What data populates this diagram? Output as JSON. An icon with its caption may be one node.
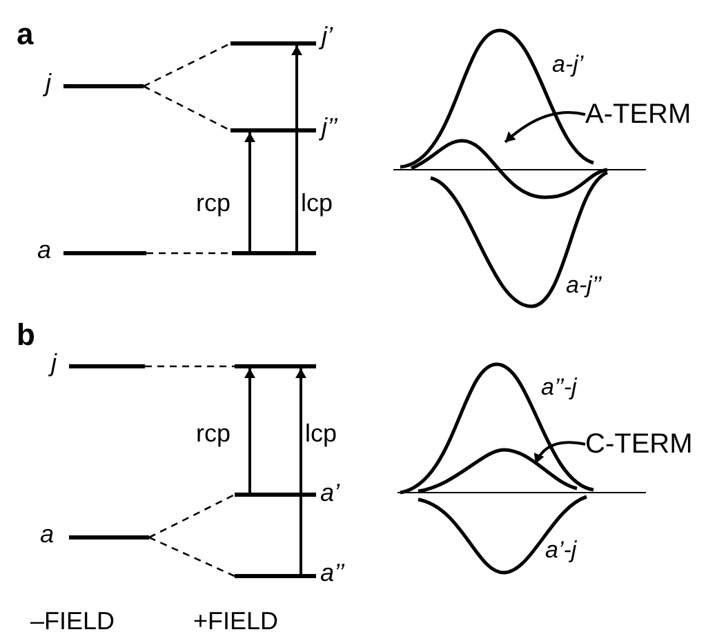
{
  "diagram": {
    "nodes": [
      {
        "text": [],
        "shape": "bar",
        "beside": [
          "j"
        ]
      },
      {
        "text": [],
        "shape": "bar",
        "beside": [
          "j’"
        ]
      },
      {
        "text": [],
        "shape": "bar",
        "beside": [
          "j’’"
        ]
      },
      {
        "text": [],
        "shape": "bar",
        "beside": [
          "a"
        ]
      },
      {
        "text": [],
        "shape": "bar"
      },
      {
        "text": [
          "A-TERM"
        ]
      },
      {
        "text": [],
        "shape": "bar",
        "beside": [
          "j"
        ]
      },
      {
        "text": [],
        "shape": "bar"
      },
      {
        "text": [],
        "shape": "bar",
        "beside": [
          "a’"
        ]
      },
      {
        "text": [],
        "shape": "bar",
        "beside": [
          "a"
        ]
      },
      {
        "text": [],
        "shape": "bar",
        "beside": [
          "a’’"
        ]
      },
      {
        "text": [
          "C-TERM"
        ]
      },
      {
        "text": [],
        "shape": "curve"
      },
      {
        "text": [],
        "shape": "curve"
      }
    ],
    "edges": [
      {
        "from": 0,
        "to": 1,
        "arrow": "none",
        "style": "dashed"
      },
      {
        "from": 0,
        "to": 2,
        "arrow": "none",
        "style": "dashed"
      },
      {
        "from": 3,
        "to": 4,
        "arrow": "none",
        "style": "dashed"
      },
      {
        "from": 4,
        "to": 2,
        "arrow": "to",
        "label": "rcp"
      },
      {
        "from": 4,
        "to": 1,
        "arrow": "to",
        "label": "lcp"
      },
      {
        "from": 5,
        "to": 12,
        "arrow": "to"
      },
      {
        "from": 6,
        "to": 7,
        "arrow": "none",
        "style": "dashed"
      },
      {
        "from": 9,
        "to": 8,
        "arrow": "none",
        "style": "dashed"
      },
      {
        "from": 9,
        "to": 10,
        "arrow": "none",
        "style": "dashed"
      },
      {
        "from": 8,
        "to": 7,
        "arrow": "to",
        "label": "rcp"
      },
      {
        "from": 10,
        "to": 7,
        "arrow": "to",
        "label": "lcp"
      },
      {
        "from": 11,
        "to": 13,
        "arrow": "to"
      }
    ],
    "labels": [
      "a",
      "a-j’",
      "a-j’’",
      "b",
      "a’’-j",
      "a’-j",
      "–FIELD",
      "+FIELD"
    ]
  }
}
